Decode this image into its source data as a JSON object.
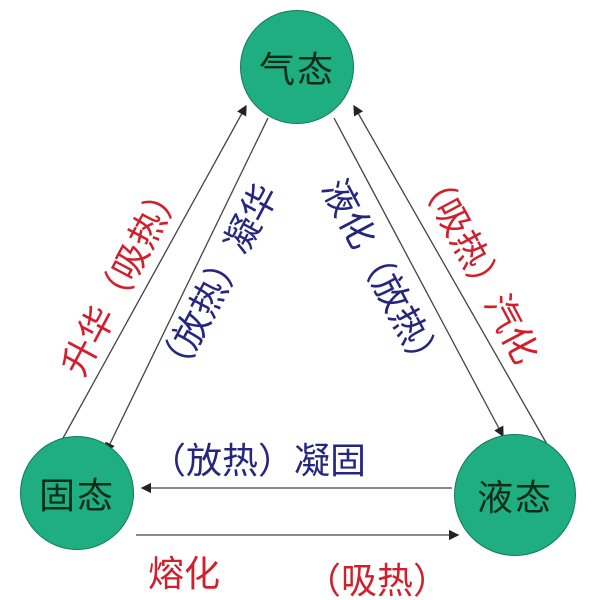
{
  "colors": {
    "node_fill": "#1fae80",
    "node_text": "#0b2c1c",
    "absorb": "#d21f2b",
    "release": "#25267f",
    "line": "#444444"
  },
  "nodes": {
    "gas": "气态",
    "solid": "固态",
    "liquid": "液态"
  },
  "labels": {
    "sublimation": "升华（吸热）",
    "deposition": "（放热）凝华",
    "condensation": "液化（放热）",
    "vaporization": "（吸热）汽化",
    "solidification": "（放热）凝固",
    "melting": "熔化",
    "melting_heat": "（吸热）"
  }
}
